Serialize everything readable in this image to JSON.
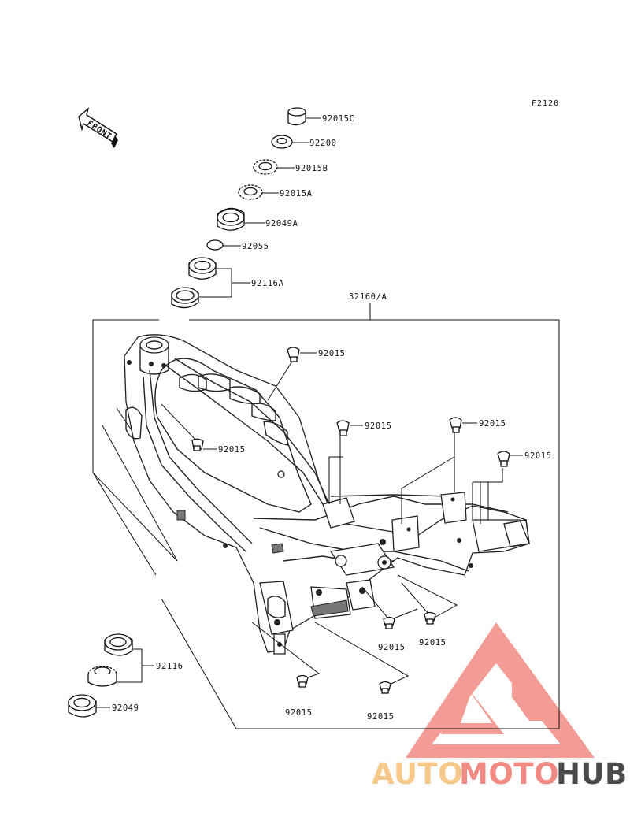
{
  "diagram": {
    "figure_id": "F2120",
    "front_indicator": "FRONT",
    "labels": {
      "p92015C": "92015C",
      "p92200": "92200",
      "p92015B": "92015B",
      "p92015A": "92015A",
      "p92049A": "92049A",
      "p92055": "92055",
      "p92116A": "92116A",
      "p32160A": "32160/A",
      "b1": "92015",
      "b2": "92015",
      "b3": "92015",
      "b4": "92015",
      "b5": "92015",
      "b6": "92015",
      "b7": "92015",
      "b8": "92015",
      "b9": "92015",
      "p92116": "92116",
      "p92049": "92049"
    }
  },
  "watermark": {
    "part1": "AUTO",
    "part2": "MOTO",
    "part3": "HUB",
    "colors": {
      "auto": "#f6c98a",
      "moto": "#f08a82",
      "hub": "#4a4a4a",
      "triangle": "#f07b72"
    }
  }
}
